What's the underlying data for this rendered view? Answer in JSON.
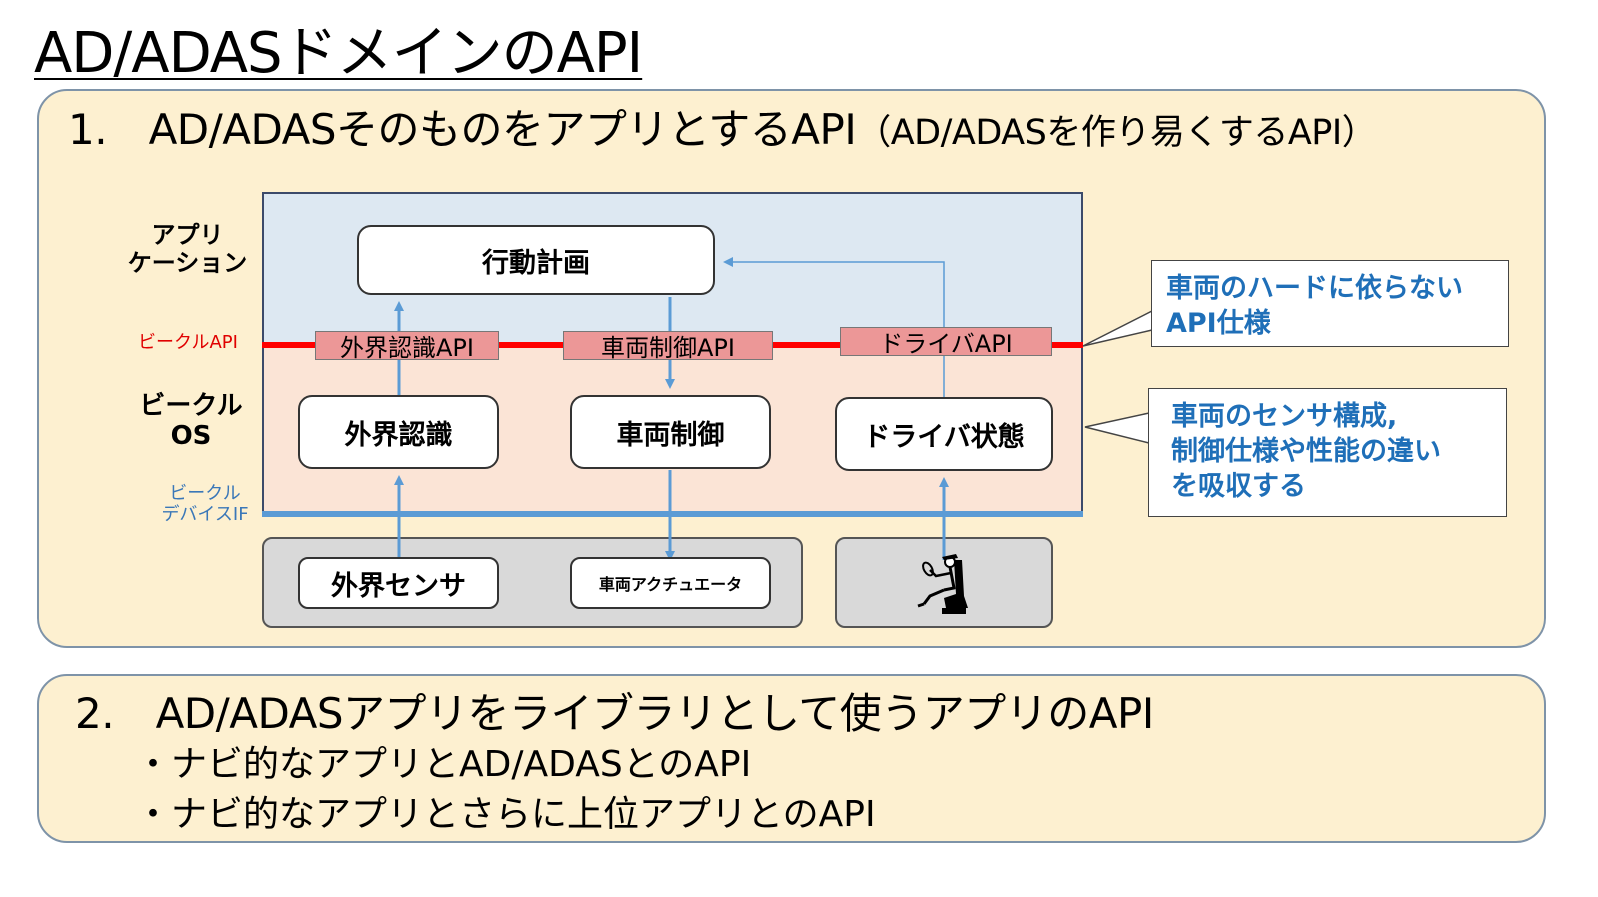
{
  "title": "AD/ADASドメインのAPI",
  "section1": {
    "heading": "1.　AD/ADASそのものをアプリとするAPI",
    "heading_sub": "（AD/ADASを作り易くするAPI）"
  },
  "layers": {
    "application": "アプリ\nケーション",
    "vehicle_api": "ビークルAPI",
    "vehicle_os": "ビークル\nOS",
    "device_if": "ビークル\nデバイスIF"
  },
  "boxes": {
    "plan": "行動計画",
    "perception": "外界認識",
    "vehicle_control": "車両制御",
    "driver_state": "ドライバ状態",
    "sensor": "外界センサ",
    "actuator": "車両アクチュエータ"
  },
  "apis": {
    "perception": "外界認識API",
    "vehicle_control": "車両制御API",
    "driver": "ドライバAPI"
  },
  "callouts": {
    "hardware_independent": [
      "車両のハードに依らない",
      "API仕様"
    ],
    "absorb_differences": [
      "車両のセンサ構成,",
      "制御仕様や性能の違い",
      "を吸収する"
    ]
  },
  "section2": {
    "heading": "2.　AD/ADASアプリをライブラリとして使うアプリのAPI",
    "bullets": [
      "・ナビ的なアプリとAD/ADASとのAPI",
      "・ナビ的なアプリとさらに上位アプリとのAPI"
    ]
  },
  "icons": {
    "driver": "seated-driver-icon"
  },
  "colors": {
    "panel_bg": "#fdf0d0",
    "app_zone": "#dde8f2",
    "os_zone": "#fbe4d6",
    "vehicle_api_line": "#ff0000",
    "device_if_line": "#5b9bd5",
    "callout_text": "#1f6fb8",
    "api_tag": "#ec9797"
  }
}
